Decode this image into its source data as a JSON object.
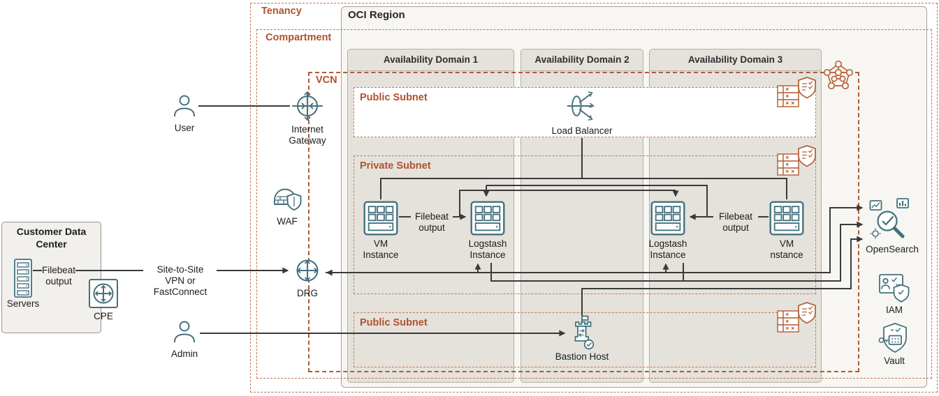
{
  "page": {
    "tenancy": "Tenancy",
    "region": "OCI Region",
    "compartment": "Compartment",
    "vcn": "VCN"
  },
  "ads": [
    "Availability Domain 1",
    "Availability Domain 2",
    "Availability Domain 3"
  ],
  "subnets": {
    "public_top": "Public Subnet",
    "private": "Private Subnet",
    "public_bottom": "Public Subnet"
  },
  "customer_dc": {
    "title": "Customer Data Center"
  },
  "nodes": {
    "user": "User",
    "admin": "Admin",
    "internet_gateway": "Internet Gateway",
    "waf": "WAF",
    "drg": "DRG",
    "servers": "Servers",
    "cpe": "CPE",
    "load_balancer": "Load Balancer",
    "vm1": "VM Instance",
    "logstash1": "Logstash Instance",
    "logstash2": "Logstash Instance",
    "vm2": "VM nstance",
    "bastion": "Bastion Host",
    "opensearch": "OpenSearch",
    "iam": "IAM",
    "vault": "Vault"
  },
  "edges": {
    "filebeat_onprem": "Filebeat output",
    "filebeat_ad1": "Filebeat output",
    "filebeat_ad3": "Filebeat output",
    "site_to_site": "Site-to-Site VPN or FastConnect"
  },
  "icons": [
    "person-icon",
    "internet-gateway-icon",
    "waf-icon",
    "drg-icon",
    "cpe-icon",
    "servers-icon",
    "load-balancer-icon",
    "compute-icon",
    "bastion-icon",
    "opensearch-icon",
    "iam-icon",
    "vault-icon",
    "route-table-security-list-icon",
    "services-network-icon"
  ],
  "colors": {
    "annotation_orange": "#b0522e",
    "dashed_orange": "#bf7150",
    "vcn_orange": "#ad5a33",
    "icon_teal": "#44707d",
    "wire_dark": "#3a3a3a",
    "ad_fill": "#e5e2dc",
    "region_fill": "#f7f6f2"
  }
}
